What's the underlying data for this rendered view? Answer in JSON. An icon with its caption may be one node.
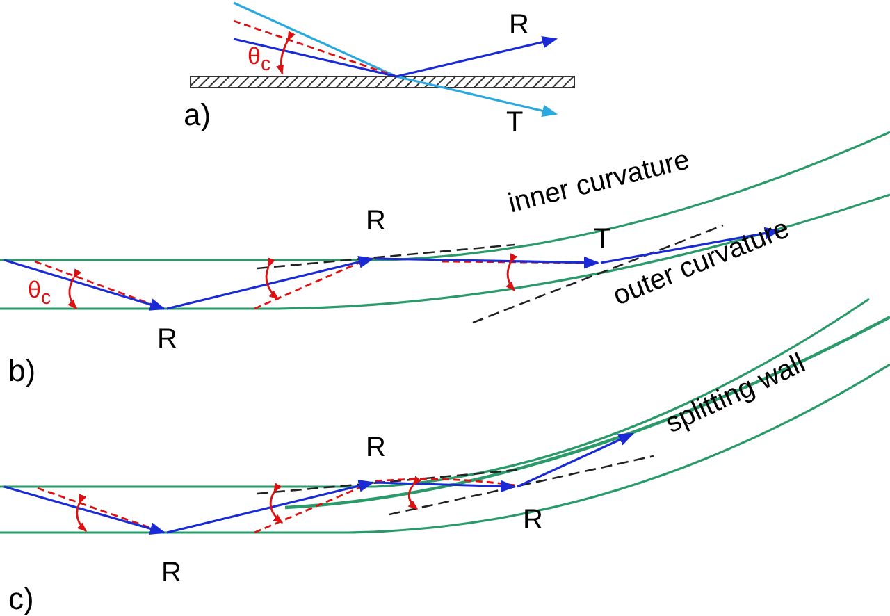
{
  "diagram": {
    "labels": [
      "R",
      "θ$_{c}$",
      "a)",
      "T",
      "inner curvature",
      "R",
      "T",
      "outer curvature",
      "θ$_{c}$",
      "R",
      "b)",
      "splitting wall",
      "R",
      "R",
      "R",
      "c)"
    ]
  }
}
